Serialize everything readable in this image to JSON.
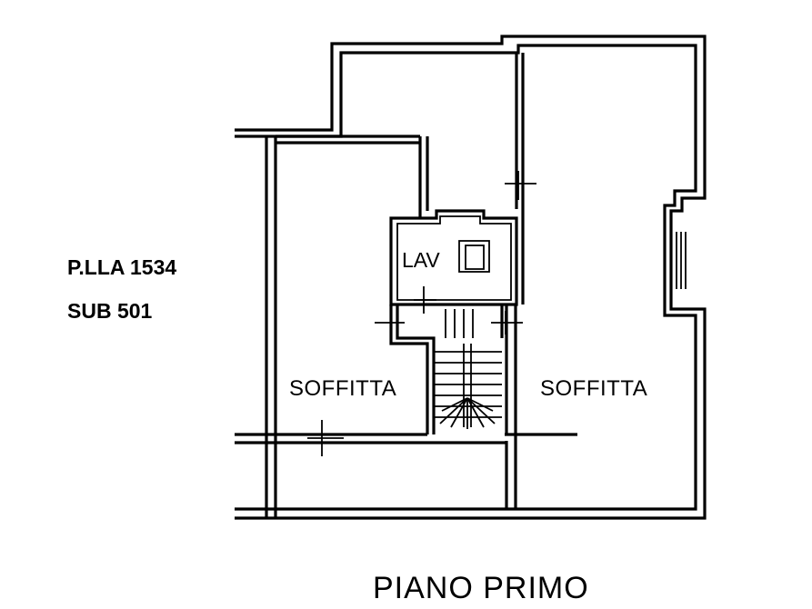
{
  "plan": {
    "parcel_label": "P.LLA 1534",
    "sub_label": "SUB 501",
    "rooms": {
      "laundry": "LAV",
      "attic_left": "SOFFITTA",
      "attic_right": "SOFFITTA"
    },
    "floor_title": "PIANO PRIMO"
  },
  "colors": {
    "line": "#000000",
    "background": "#ffffff"
  }
}
